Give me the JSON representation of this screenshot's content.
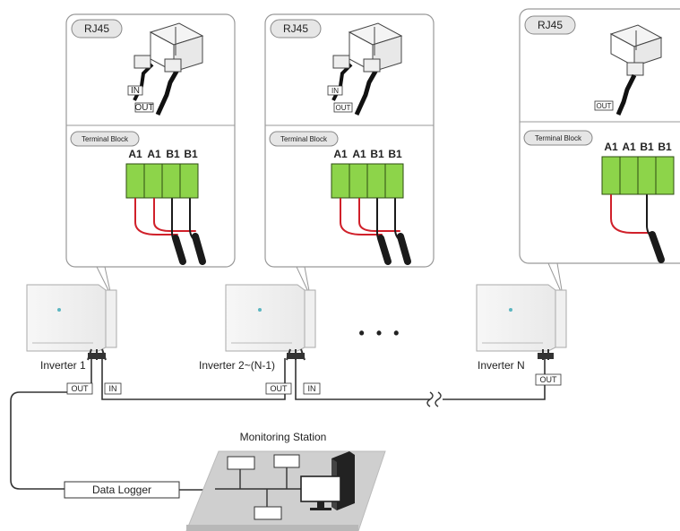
{
  "panels": [
    {
      "rj45_label": "RJ45",
      "rj45_ports": [
        "IN",
        "OUT"
      ],
      "terminal_label": "Terminal Block",
      "terminals": [
        "A1",
        "A1",
        "B1",
        "B1"
      ]
    },
    {
      "rj45_label": "RJ45",
      "rj45_ports": [
        "IN",
        "OUT"
      ],
      "terminal_label": "Terminal Block",
      "terminals": [
        "A1",
        "A1",
        "B1",
        "B1"
      ]
    },
    {
      "rj45_label": "RJ45",
      "rj45_ports": [
        "OUT"
      ],
      "terminal_label": "Terminal Block",
      "terminals": [
        "A1",
        "A1",
        "B1",
        "B1"
      ]
    }
  ],
  "inverters": [
    {
      "label": "Inverter 1",
      "ports": [
        "OUT",
        "IN"
      ]
    },
    {
      "label": "Inverter 2~(N-1)",
      "ports": [
        "OUT",
        "IN"
      ]
    },
    {
      "label": "Inverter N",
      "ports": [
        "OUT"
      ]
    }
  ],
  "ellipsis": "• • •",
  "station": {
    "title": "Monitoring Station"
  },
  "logger": {
    "label": "Data Logger"
  },
  "colors": {
    "terminal_green": "#8dd44a",
    "wire_red": "#d0202a",
    "wire_black": "#1a1a1a",
    "floor_gray": "#cfcfcf"
  }
}
